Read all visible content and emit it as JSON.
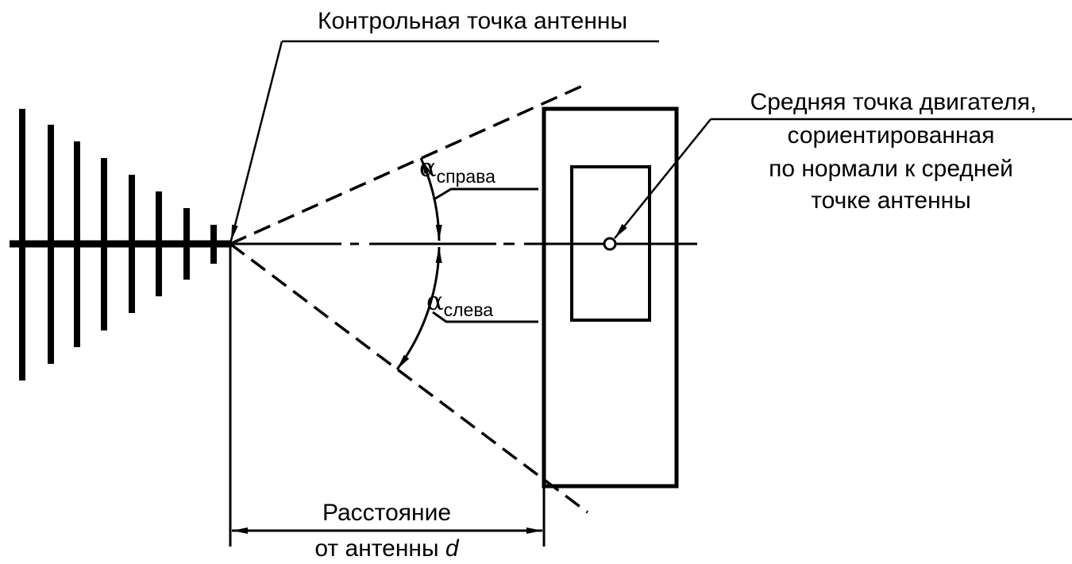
{
  "labels": {
    "antenna_reference_point": "Контрольная точка антенны",
    "engine_midpoint": [
      "Средняя точка двигателя,",
      "сориентированная",
      "по нормали к средней",
      "точке антенны"
    ],
    "alpha_right": {
      "symbol": "α",
      "subscript": "справа"
    },
    "alpha_left": {
      "symbol": "α",
      "subscript": "слева"
    },
    "distance": [
      "Расстояние",
      "от антенны "
    ],
    "distance_var": "d"
  },
  "colors": {
    "ink": "#000000",
    "background": "#ffffff"
  }
}
